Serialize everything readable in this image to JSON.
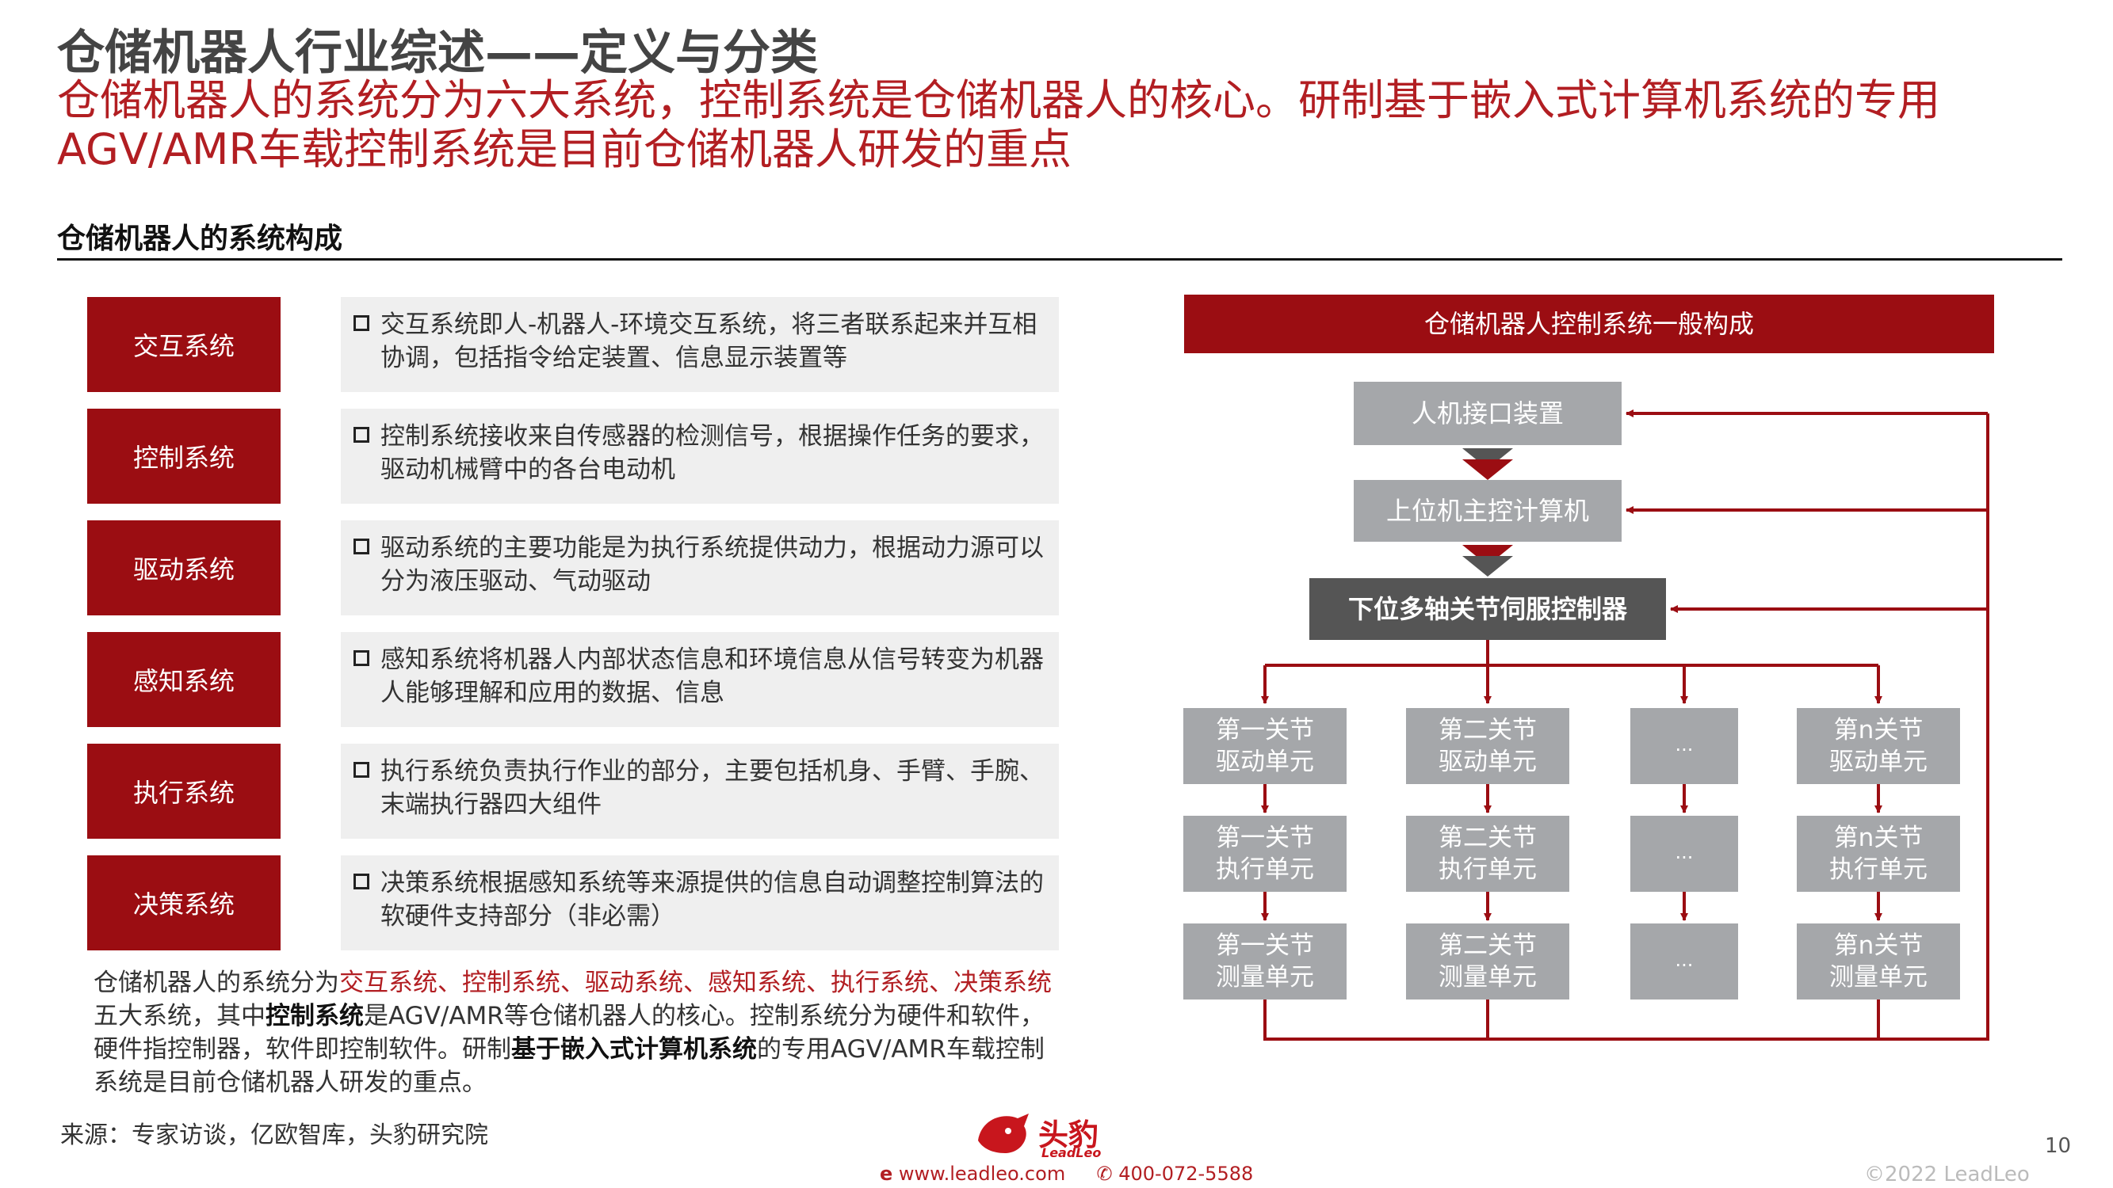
{
  "header": {
    "title": "仓储机器人行业综述——定义与分类",
    "subtitle": "仓储机器人的系统分为六大系统，控制系统是仓储机器人的核心。研制基于嵌入式计算机系统的专用AGV/AMR车载控制系统是目前仓储机器人研发的重点"
  },
  "section_title": "仓储机器人的系统构成",
  "systems": [
    {
      "name": "交互系统",
      "desc": "交互系统即人-机器人-环境交互系统，将三者联系起来并互相协调，包括指令给定装置、信息显示装置等"
    },
    {
      "name": "控制系统",
      "desc": "控制系统接收来自传感器的检测信号，根据操作任务的要求，驱动机械臂中的各台电动机"
    },
    {
      "name": "驱动系统",
      "desc": "驱动系统的主要功能是为执行系统提供动力，根据动力源可以分为液压驱动、气动驱动"
    },
    {
      "name": "感知系统",
      "desc": "感知系统将机器人内部状态信息和环境信息从信号转变为机器人能够理解和应用的数据、信息"
    },
    {
      "name": "执行系统",
      "desc": "执行系统负责执行作业的部分，主要包括机身、手臂、手腕、末端执行器四大组件"
    },
    {
      "name": "决策系统",
      "desc": "决策系统根据感知系统等来源提供的信息自动调整控制算法的软硬件支持部分（非必需）"
    }
  ],
  "summary": {
    "p1": "仓储机器人的系统分为",
    "h1": "交互系统、控制系统、驱动系统、感知系统、执行系统、决策系统",
    "p2": "五大系统，其中",
    "b1": "控制系统",
    "p3": "是AGV/AMR等仓储机器人的核心。控制系统分为硬件和软件，硬件指控制器，软件即控制软件。研制",
    "b2": "基于嵌入式计算机系统",
    "p4": "的专用AGV/AMR车载控制系统是目前仓储机器人研发的重点。"
  },
  "diagram": {
    "title": "仓储机器人控制系统一般构成",
    "hmi": "人机接口装置",
    "host": "上位机主控计算机",
    "servo": "下位多轴关节伺服控制器",
    "columns": [
      {
        "drive": [
          "第一关节",
          "驱动单元"
        ],
        "exec": [
          "第一关节",
          "执行单元"
        ],
        "meas": [
          "第一关节",
          "测量单元"
        ]
      },
      {
        "drive": [
          "第二关节",
          "驱动单元"
        ],
        "exec": [
          "第二关节",
          "执行单元"
        ],
        "meas": [
          "第二关节",
          "测量单元"
        ]
      },
      {
        "drive": [
          "..."
        ],
        "exec": [
          "..."
        ],
        "meas": [
          "..."
        ]
      },
      {
        "drive": [
          "第n关节",
          "驱动单元"
        ],
        "exec": [
          "第n关节",
          "执行单元"
        ],
        "meas": [
          "第n关节",
          "测量单元"
        ]
      }
    ]
  },
  "footer": {
    "source": "来源：专家访谈，亿欧智库，头豹研究院",
    "logo_text": "头豹",
    "logo_sub": "LeadLeo",
    "website": "www.leadleo.com",
    "phone": "400-072-5588",
    "page": "10",
    "copyright": "©2022 LeadLeo"
  },
  "colors": {
    "accent": "#9b0d12",
    "gray_box": "#a5a7aa",
    "dark_box": "#555555",
    "red_text": "#b21e22"
  }
}
